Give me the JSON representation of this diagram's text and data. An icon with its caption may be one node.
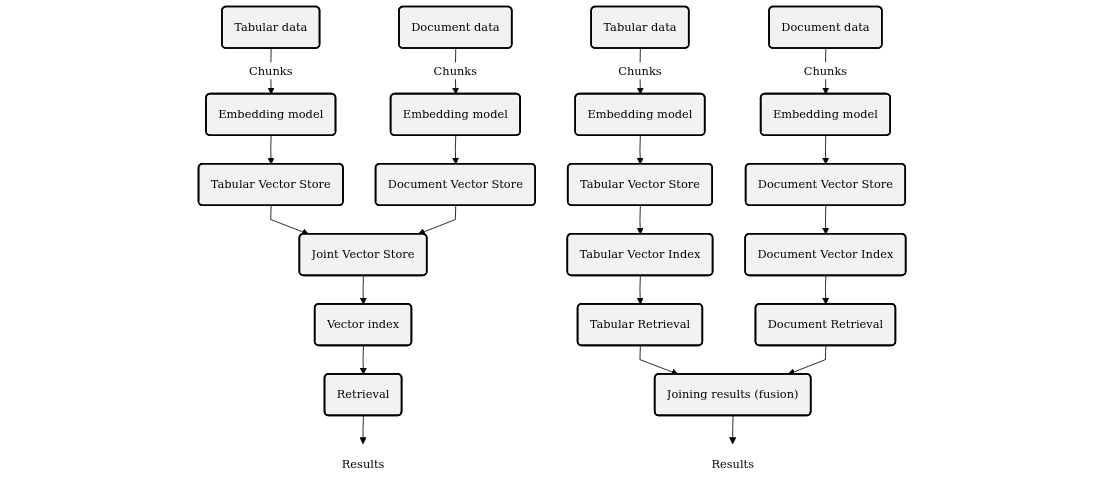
{
  "diagram": {
    "nodes": [
      {
        "text": [
          "Tabular data"
        ]
      },
      {
        "text": [
          "Embedding model"
        ]
      },
      {
        "text": [
          "Tabular Vector Store"
        ]
      },
      {
        "text": [
          "Document data"
        ]
      },
      {
        "text": [
          "Embedding model"
        ]
      },
      {
        "text": [
          "Document Vector Store"
        ]
      },
      {
        "text": [
          "Joint Vector Store"
        ]
      },
      {
        "text": [
          "Vector index"
        ]
      },
      {
        "text": [
          "Retrieval"
        ]
      },
      {
        "text": [
          "Results"
        ]
      },
      {
        "text": [
          "Tabular data"
        ]
      },
      {
        "text": [
          "Embedding model"
        ]
      },
      {
        "text": [
          "Tabular Vector Store"
        ]
      },
      {
        "text": [
          "Tabular Vector Index"
        ]
      },
      {
        "text": [
          "Tabular Retrieval"
        ]
      },
      {
        "text": [
          "Document data"
        ]
      },
      {
        "text": [
          "Embedding model"
        ]
      },
      {
        "text": [
          "Document Vector Store"
        ]
      },
      {
        "text": [
          "Document Vector Index"
        ]
      },
      {
        "text": [
          "Document Retrieval"
        ]
      },
      {
        "text": [
          "Joining results (fusion)"
        ]
      },
      {
        "text": [
          "Results"
        ]
      }
    ],
    "edges": [
      {
        "from": 0,
        "to": 1,
        "arrow": "to",
        "label": "Chunks"
      },
      {
        "from": 1,
        "to": 2,
        "arrow": "to"
      },
      {
        "from": 3,
        "to": 4,
        "arrow": "to",
        "label": "Chunks"
      },
      {
        "from": 4,
        "to": 5,
        "arrow": "to"
      },
      {
        "from": 2,
        "to": 6,
        "arrow": "to"
      },
      {
        "from": 5,
        "to": 6,
        "arrow": "to"
      },
      {
        "from": 6,
        "to": 7,
        "arrow": "to"
      },
      {
        "from": 7,
        "to": 8,
        "arrow": "to"
      },
      {
        "from": 8,
        "to": 9,
        "arrow": "to"
      },
      {
        "from": 10,
        "to": 11,
        "arrow": "to",
        "label": "Chunks"
      },
      {
        "from": 11,
        "to": 12,
        "arrow": "to"
      },
      {
        "from": 12,
        "to": 13,
        "arrow": "to"
      },
      {
        "from": 13,
        "to": 14,
        "arrow": "to"
      },
      {
        "from": 15,
        "to": 16,
        "arrow": "to",
        "label": "Chunks"
      },
      {
        "from": 16,
        "to": 17,
        "arrow": "to"
      },
      {
        "from": 17,
        "to": 18,
        "arrow": "to"
      },
      {
        "from": 18,
        "to": 19,
        "arrow": "to"
      },
      {
        "from": 14,
        "to": 20,
        "arrow": "to"
      },
      {
        "from": 19,
        "to": 20,
        "arrow": "to"
      },
      {
        "from": 20,
        "to": 21,
        "arrow": "to"
      }
    ]
  }
}
